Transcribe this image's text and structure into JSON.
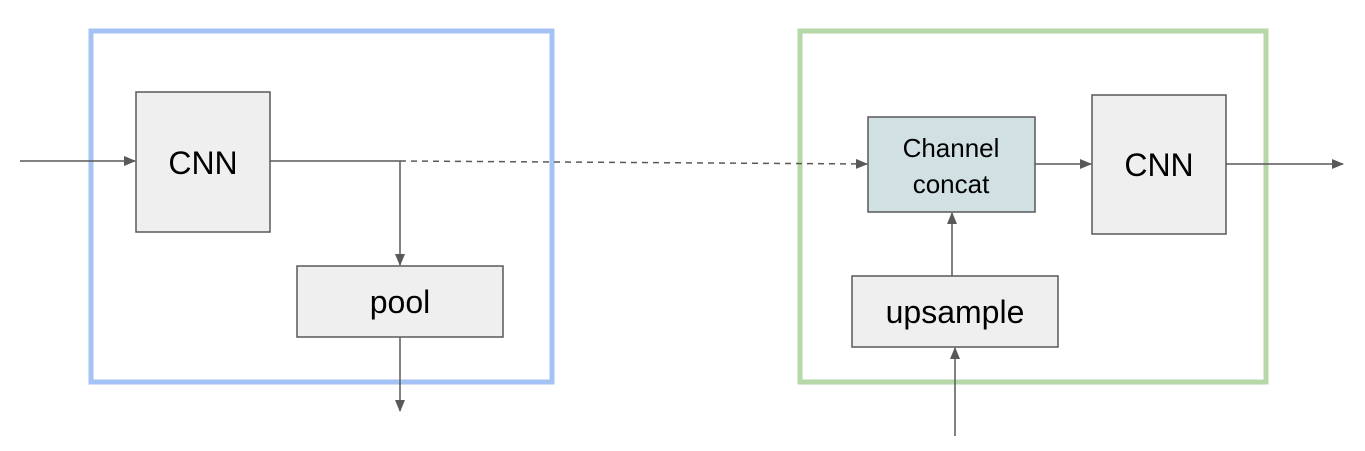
{
  "colors": {
    "encoder_frame": "#a4c2f4",
    "decoder_frame": "#b6d7a8",
    "box_fill": "#efefef",
    "concat_fill": "#d0e0e3",
    "box_stroke": "#595959",
    "arrow": "#595959",
    "background": "#ffffff"
  },
  "encoder": {
    "cnn_label": "CNN",
    "pool_label": "pool"
  },
  "decoder": {
    "concat_label_line1": "Channel",
    "concat_label_line2": "concat",
    "cnn_label": "CNN",
    "upsample_label": "upsample"
  }
}
